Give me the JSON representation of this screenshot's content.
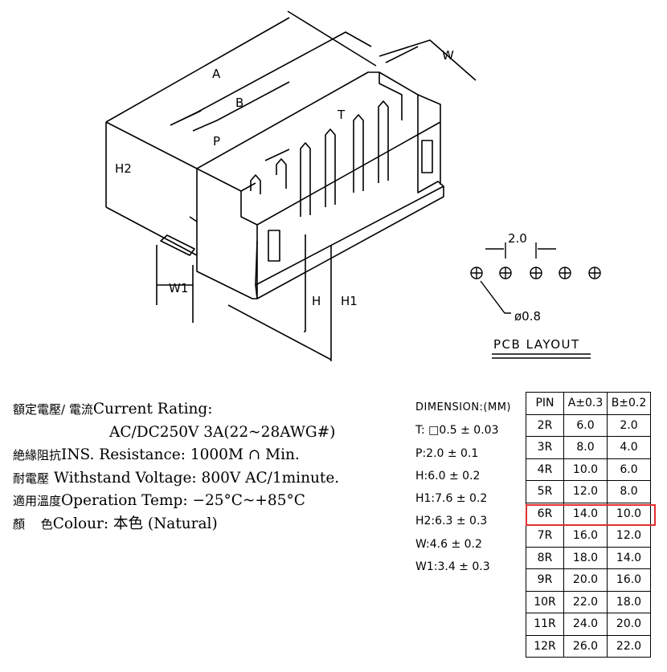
{
  "drawing": {
    "dim_labels": {
      "A": "A",
      "B": "B",
      "P": "P",
      "T": "T",
      "W": "W",
      "H2": "H2",
      "W1": "W1",
      "H": "H",
      "H1": "H1"
    },
    "pcb": {
      "pitch": "2.0",
      "hole": "ø0.8",
      "title": "PCB LAYOUT"
    }
  },
  "specs": {
    "rating_zh": "額定電壓/ 電流",
    "rating_en": "Current  Rating:",
    "rating_value": "AC/DC250V  3A(22~28AWG#)",
    "ins_zh": "絶緣阻抗",
    "ins_en": "INS. Resistance: 1000M ∩ Min.",
    "withstand_zh": "耐電壓",
    "withstand_en": "Withstand  Voltage:  800V  AC/1minute.",
    "temp_zh": "適用溫度",
    "temp_en": "Operation  Temp: −25°C~+85°C",
    "colour_zh": "顏　 色",
    "colour_en": "Colour: 本色 (Natural)"
  },
  "dimensions": {
    "header": "DIMENSION:(MM)",
    "items": [
      "T: □0.5 ± 0.03",
      "P:2.0 ± 0.1",
      "H:6.0 ± 0.2",
      "H1:7.6 ± 0.2",
      "H2:6.3 ± 0.3",
      "W:4.6 ± 0.2",
      "W1:3.4 ± 0.3"
    ]
  },
  "pin_table": {
    "headers": [
      "PIN",
      "A±0.3",
      "B±0.2"
    ],
    "rows": [
      [
        "2R",
        "6.0",
        "2.0"
      ],
      [
        "3R",
        "8.0",
        "4.0"
      ],
      [
        "4R",
        "10.0",
        "6.0"
      ],
      [
        "5R",
        "12.0",
        "8.0"
      ],
      [
        "6R",
        "14.0",
        "10.0"
      ],
      [
        "7R",
        "16.0",
        "12.0"
      ],
      [
        "8R",
        "18.0",
        "14.0"
      ],
      [
        "9R",
        "20.0",
        "16.0"
      ],
      [
        "10R",
        "22.0",
        "18.0"
      ],
      [
        "11R",
        "24.0",
        "20.0"
      ],
      [
        "12R",
        "26.0",
        "22.0"
      ]
    ],
    "highlight_color": "#e03030"
  }
}
